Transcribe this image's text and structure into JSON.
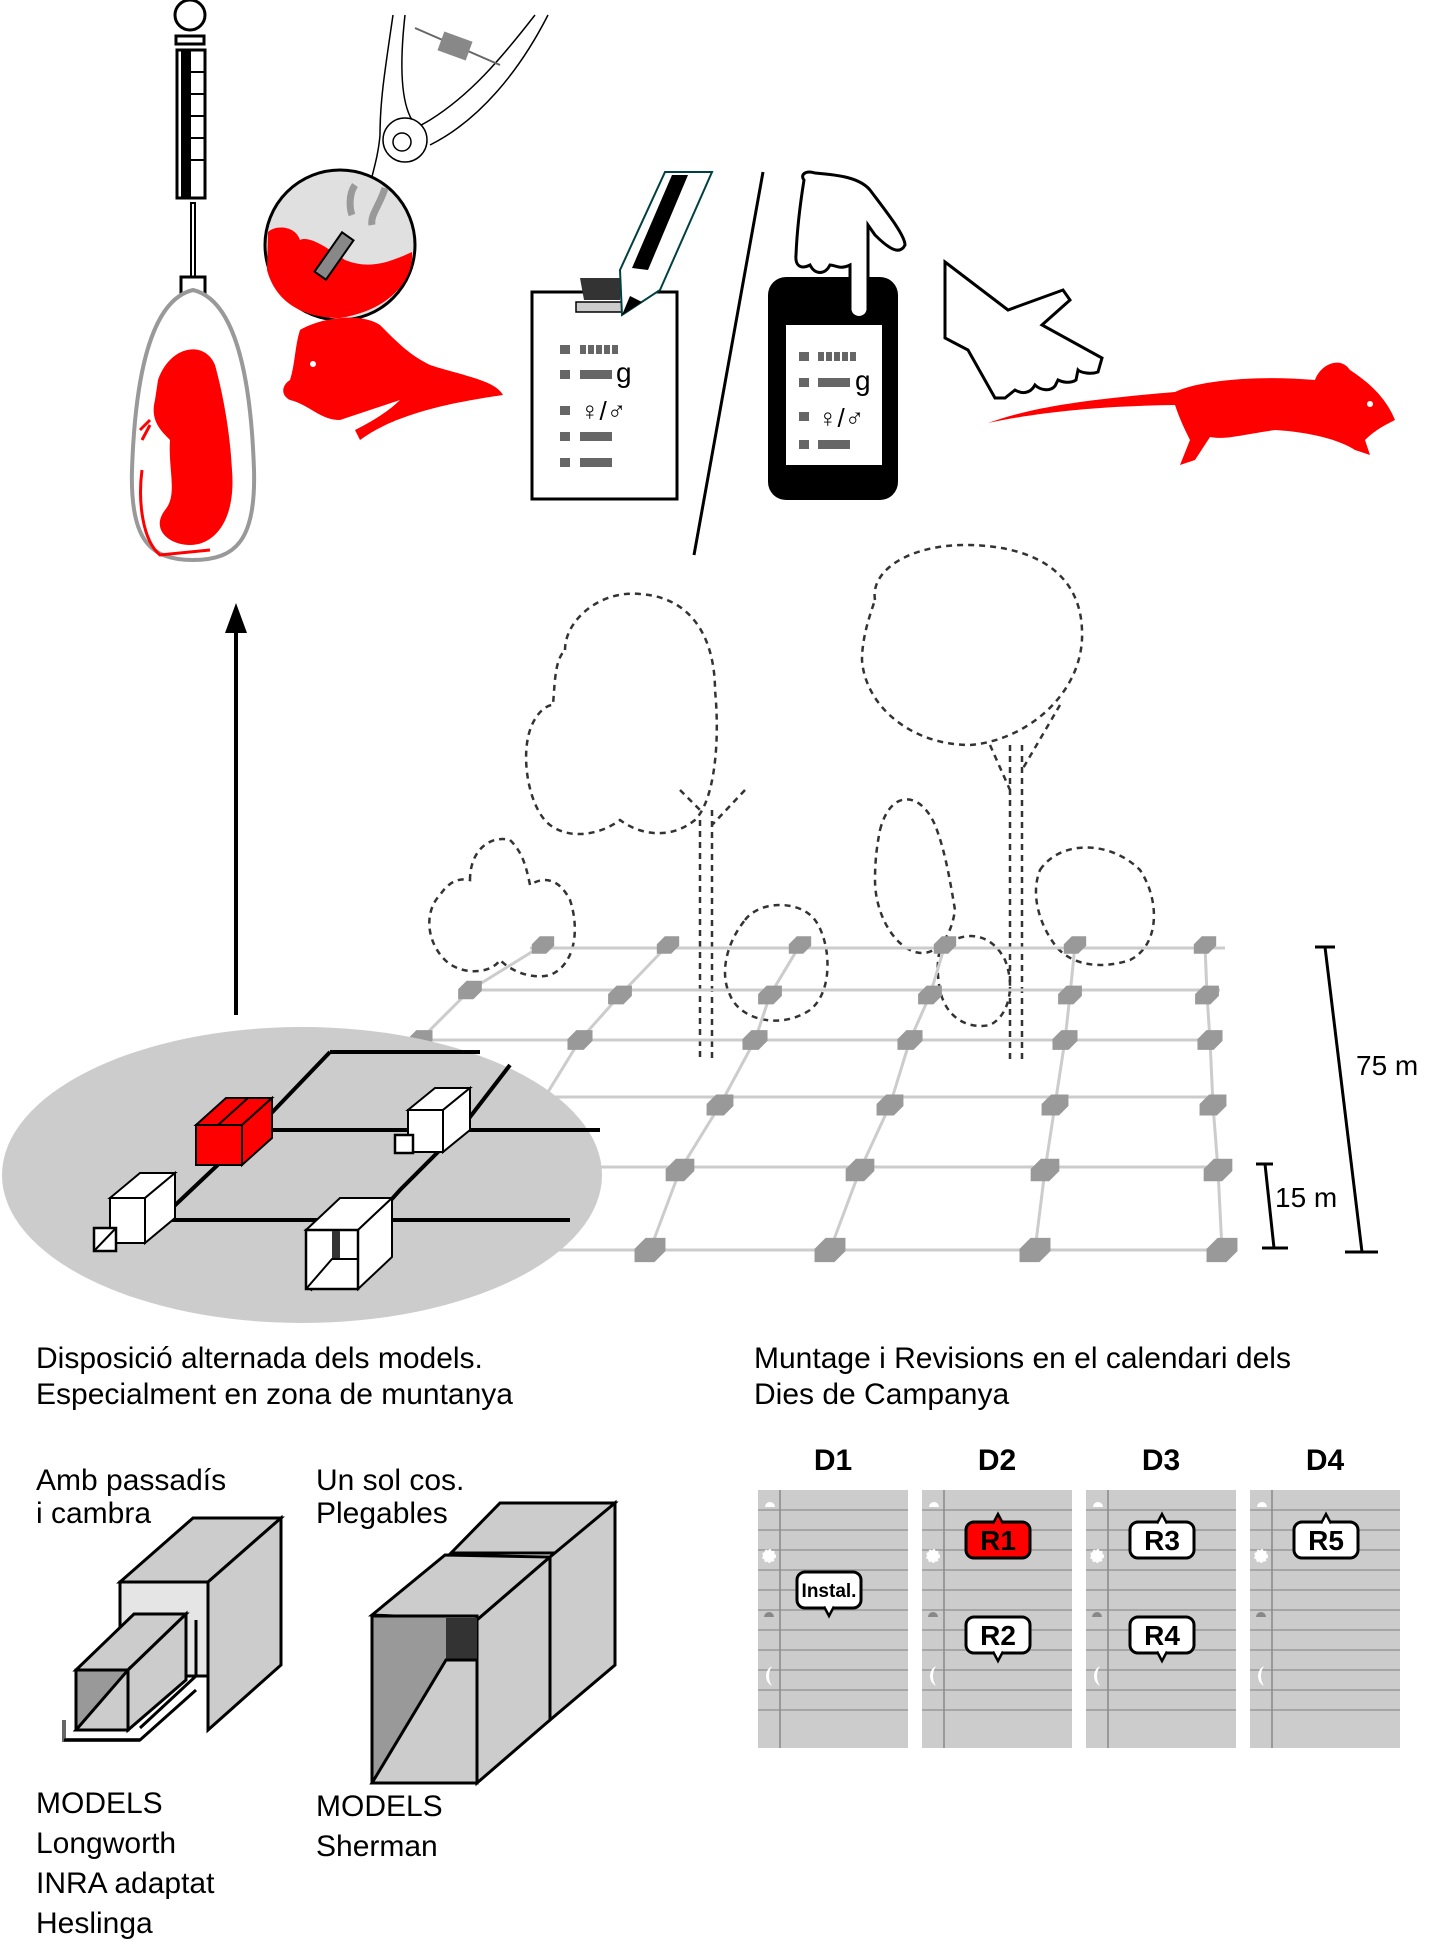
{
  "figure": {
    "type": "field-methodology-illustration",
    "colors": {
      "accent_red": "#ff0000",
      "trap_gray": "#999999",
      "ellipse_gray": "#cccccc",
      "calendar_gray": "#cccccc",
      "line_black": "#000000"
    }
  },
  "top_panel": {
    "steps": [
      {
        "name": "weighing",
        "icon": "spring-scale-with-bag-icon"
      },
      {
        "name": "ear-tagging",
        "icon": "ear-tag-pliers-icon"
      },
      {
        "name": "paper-record",
        "icon": "clipboard-pencil-icon"
      },
      {
        "name": "digital-record",
        "icon": "smartphone-touch-icon"
      },
      {
        "name": "release",
        "icon": "hand-release-mouse-icon"
      }
    ],
    "record_fields": {
      "weight_unit": "g",
      "sex_symbols": "♀/♂"
    }
  },
  "grid": {
    "scale_large": "75 m",
    "scale_small": "15 m",
    "highlight_color": "#ff0000"
  },
  "captions": {
    "layout_line1": "Disposició alternada dels models.",
    "layout_line2": "Especialment en zona de muntanya",
    "calendar_line1": "Muntage i Revisions en el calendari dels",
    "calendar_line2": "Dies de Campanya"
  },
  "trap_types": [
    {
      "label_line1": "Amb passadís",
      "label_line2": "i cambra",
      "models_heading": "MODELS",
      "models": [
        "Longworth",
        "INRA adaptat",
        "Heslinga"
      ]
    },
    {
      "label_line1": "Un sol cos.",
      "label_line2": "Plegables",
      "models_heading": "MODELS",
      "models": [
        "Sherman"
      ]
    }
  ],
  "calendar": {
    "days": [
      {
        "label": "D1",
        "events": [
          {
            "label": "Instal.",
            "slot": "midday",
            "highlight": false
          }
        ]
      },
      {
        "label": "D2",
        "events": [
          {
            "label": "R1",
            "slot": "morning",
            "highlight": true
          },
          {
            "label": "R2",
            "slot": "evening",
            "highlight": false
          }
        ]
      },
      {
        "label": "D3",
        "events": [
          {
            "label": "R3",
            "slot": "morning",
            "highlight": false
          },
          {
            "label": "R4",
            "slot": "evening",
            "highlight": false
          }
        ]
      },
      {
        "label": "D4",
        "events": [
          {
            "label": "R5",
            "slot": "morning",
            "highlight": false
          }
        ]
      }
    ],
    "time_icons": [
      "sunrise-icon",
      "sun-icon",
      "sunset-icon",
      "moon-icon"
    ]
  }
}
